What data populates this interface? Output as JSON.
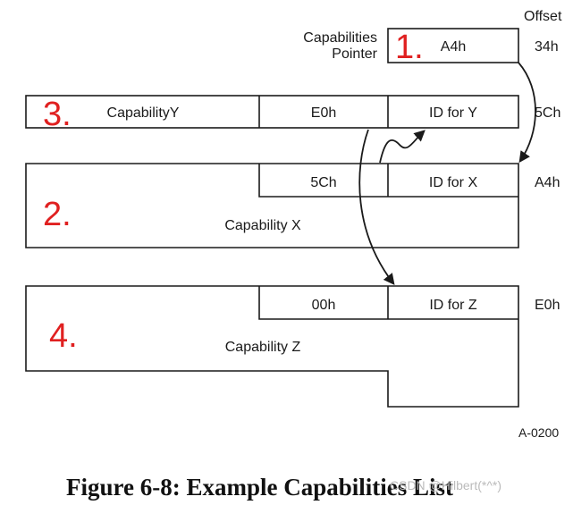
{
  "offset_header": "Offset",
  "pointer": {
    "label_line1": "Capabilities",
    "label_line2": "Pointer",
    "step": "1.",
    "value": "A4h",
    "offset": "34h"
  },
  "cap_y": {
    "step": "3.",
    "name": "CapabilityY",
    "next": "E0h",
    "id": "ID for Y",
    "offset": "5Ch"
  },
  "cap_x": {
    "step": "2.",
    "name": "Capability X",
    "next": "5Ch",
    "id": "ID for X",
    "offset": "A4h"
  },
  "cap_z": {
    "step": "4.",
    "name": "Capability Z",
    "next": "00h",
    "id": "ID for Z",
    "offset": "E0h"
  },
  "figure_id": "A-0200",
  "caption": "Figure 6-8:  Example Capabilities List",
  "watermark": "CSDN @Hilbert(*^*)"
}
